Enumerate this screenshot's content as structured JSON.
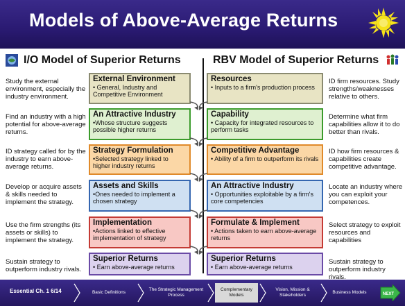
{
  "title": "Models of Above-Average Returns",
  "left": {
    "heading": "I/O Model of Superior Returns",
    "rows": [
      {
        "desc": "Study the external environment, especially the industry environment.",
        "box_title": "External Environment",
        "box_desc": "• General, Industry and Competitive Environment"
      },
      {
        "desc": "Find an industry with a high potential for above-average returns.",
        "box_title": "An Attractive Industry",
        "box_desc": "•Whose structure suggests possible higher returns"
      },
      {
        "desc": "ID strategy called for by the industry to earn above-average returns.",
        "box_title": "Strategy Formulation",
        "box_desc": "•Selected strategy linked to higher industry returns"
      },
      {
        "desc": "Develop or acquire assets & skills needed to implement the strategy.",
        "box_title": "Assets and Skills",
        "box_desc": "•Ones needed to implement a chosen strategy"
      },
      {
        "desc": "Use the firm strengths (its assets or skills) to implement the strategy.",
        "box_title": "Implementation",
        "box_desc": "•Actions linked to effective implementation of strategy"
      },
      {
        "desc": "Sustain strategy to outperform industry rivals.",
        "box_title": "Superior Returns",
        "box_desc": "• Earn above-average returns"
      }
    ]
  },
  "right": {
    "heading": "RBV Model  of Superior Returns",
    "rows": [
      {
        "box_title": "Resources",
        "box_desc": "• Inputs to a firm's production process",
        "desc": "ID firm resources. Study strengths/weaknesses relative to others."
      },
      {
        "box_title": "Capability",
        "box_desc": "• Capacity for integrated resources to perform tasks",
        "desc": "Determine what firm capabilities allow it to do better than rivals."
      },
      {
        "box_title": "Competitive Advantage",
        "box_desc": "• Ability of a firm to outperform its rivals",
        "desc": "ID how firm resources & capabilities create competitive advantage."
      },
      {
        "box_title": "An Attractive Industry",
        "box_desc": "• Opportunities exploitable by a firm's core competencies",
        "desc": "Locate an industry where you can exploit your competences."
      },
      {
        "box_title": "Formulate & Implement",
        "box_desc": "• Actions taken to earn above-average returns",
        "desc": "Select strategy to exploit resources and capabilities"
      },
      {
        "box_title": "Superior Returns",
        "box_desc": "• Earn above-average returns",
        "desc": "Sustain strategy to outperform industry rivals."
      }
    ]
  },
  "nav": {
    "info": "Essential Ch. 1  6/14",
    "tabs": [
      {
        "label": "Basic Definitions",
        "active": false
      },
      {
        "label": "The Strategic Management Process",
        "active": false
      },
      {
        "label": "Complementary Models",
        "active": true
      },
      {
        "label": "Vision, Mission & Stakeholders",
        "active": false
      },
      {
        "label": "Business Models",
        "active": false
      }
    ],
    "next": "NEXT"
  }
}
